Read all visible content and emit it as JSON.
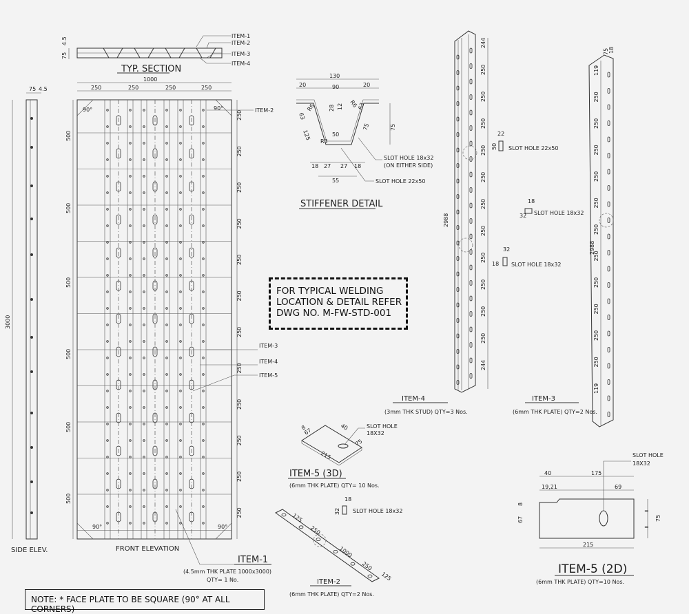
{
  "typ_section": {
    "title": "TYP. SECTION",
    "dims": [
      "75",
      "4.5"
    ],
    "items": [
      "ITEM-1",
      "ITEM-2",
      "ITEM-3",
      "ITEM-4"
    ]
  },
  "side_elev": {
    "title": "SIDE ELEV.",
    "dim_top": "75",
    "dim_top2": "4.5",
    "dim_height": "3000"
  },
  "front_elev": {
    "title": "FRONT ELEVATION",
    "width": "1000",
    "spans": [
      "250",
      "250",
      "250",
      "250"
    ],
    "left_dims": [
      "500",
      "500",
      "500",
      "500",
      "500",
      "500"
    ],
    "right_dims": [
      "250",
      "250",
      "250",
      "250",
      "250",
      "250",
      "250",
      "250",
      "250",
      "250",
      "250",
      "250"
    ],
    "angle_tl": "90°",
    "angle_tr": "90°",
    "angle_bl": "90°",
    "angle_br": "90°",
    "callouts": [
      "ITEM-2",
      "ITEM-3",
      "ITEM-4",
      "ITEM-5"
    ]
  },
  "item1": {
    "title": "ITEM-1",
    "spec": "(4.5mm THK PLATE 1000x3000)",
    "qty": "QTY= 1 No."
  },
  "stiffener": {
    "title": "STIFFENER DETAIL",
    "top": "130",
    "top_left": "20",
    "top_mid": "90",
    "top_right": "20",
    "r_left": "R6",
    "r_right": "R6",
    "d28": "28",
    "d12": "12",
    "d50": "50",
    "d75": "75",
    "d125": "125",
    "d75b": "75",
    "d63l": "63",
    "d63r": "63",
    "bot1": "18",
    "bot2": "27",
    "bot3": "27",
    "bot4": "18",
    "bot_total": "55",
    "r8": "R3",
    "slot1": "SLOT HOLE 18x32",
    "slot1b": "(ON EITHER SIDE)",
    "slot2": "SLOT HOLE 22x50"
  },
  "note": {
    "line1": "FOR TYPICAL WELDING",
    "line2": "LOCATION & DETAIL REFER",
    "line3": "DWG NO. M-FW-STD-001"
  },
  "item4": {
    "title": "ITEM-4",
    "spec": "(3mm THK STUD) QTY=3 Nos.",
    "slot_a_dim1": "22",
    "slot_a_dim2": "50",
    "slot_a": "SLOT HOLE 22x50",
    "slot_b_dim1": "32",
    "slot_b_dim2": "18",
    "slot_b": "SLOT HOLE 18x32",
    "length": "2988",
    "top_dim": "244",
    "bot_dim": "244",
    "spacing": [
      "250",
      "250",
      "250",
      "250",
      "250",
      "250",
      "250",
      "250",
      "250",
      "250",
      "250"
    ]
  },
  "item3": {
    "title": "ITEM-3",
    "spec": "(6mm THK PLATE) QTY=2 Nos.",
    "slot_dim1": "18",
    "slot_dim2": "32",
    "slot": "SLOT HOLE 18x32",
    "length": "2988",
    "top_dims": [
      "75",
      "18"
    ],
    "top_dim": "119",
    "bot_dim": "119",
    "spacing": [
      "250",
      "250",
      "250",
      "250",
      "250",
      "250",
      "250",
      "250",
      "250",
      "250",
      "250"
    ]
  },
  "item5_3d": {
    "title": "ITEM-5 (3D)",
    "spec": "(6mm THK PLATE) QTY= 10 Nos.",
    "slot": "SLOT HOLE",
    "slot2": "18X32",
    "d40": "40",
    "d75": "75",
    "d67": "67",
    "d8": "8",
    "d215": "215"
  },
  "item2": {
    "title": "ITEM-2",
    "spec": "(6mm THK PLATE) QTY=2 Nos.",
    "slot_d1": "18",
    "slot_d2": "32",
    "slot": "SLOT HOLE 18x32",
    "dims": [
      "125",
      "250",
      "1000",
      "250",
      "125"
    ]
  },
  "item5_2d": {
    "title": "ITEM-5 (2D)",
    "spec": "(6mm THK PLATE) QTY=10 Nos.",
    "slot": "SLOT HOLE",
    "slot2": "18X32",
    "d40": "40",
    "d175": "175",
    "d1921": "19,21",
    "d69": "69",
    "d8": "8",
    "d67": "67",
    "d75": "75",
    "d215": "215",
    "eq": "="
  },
  "bottom_note": "NOTE: * FACE PLATE TO BE SQUARE (90° AT ALL CORNERS)"
}
